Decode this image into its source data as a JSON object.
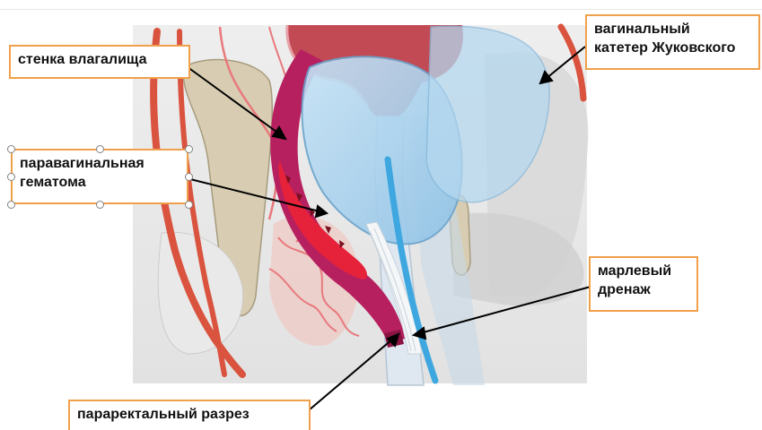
{
  "labels": {
    "vaginal_wall": "стенка влагалища",
    "hematoma_line1": "паравагинальная",
    "hematoma_line2": "гематома",
    "catheter_line1": "вагинальный",
    "catheter_line2": "катетер Жуковского",
    "drain_line1": "марлевый",
    "drain_line2": "дренаж",
    "incision": "параректальный разрез"
  },
  "colors": {
    "callout_border": "#f0a04b",
    "artery": "#d9533f",
    "vaginal_wall": "#b7205f",
    "hematoma": "#e6223b",
    "catheter_balloon": "#a9d3ef",
    "drain": "#3ea7e0",
    "bone": "#d8cdb2",
    "bladder": "#c24a55"
  },
  "icons": [
    "selection-handle"
  ]
}
